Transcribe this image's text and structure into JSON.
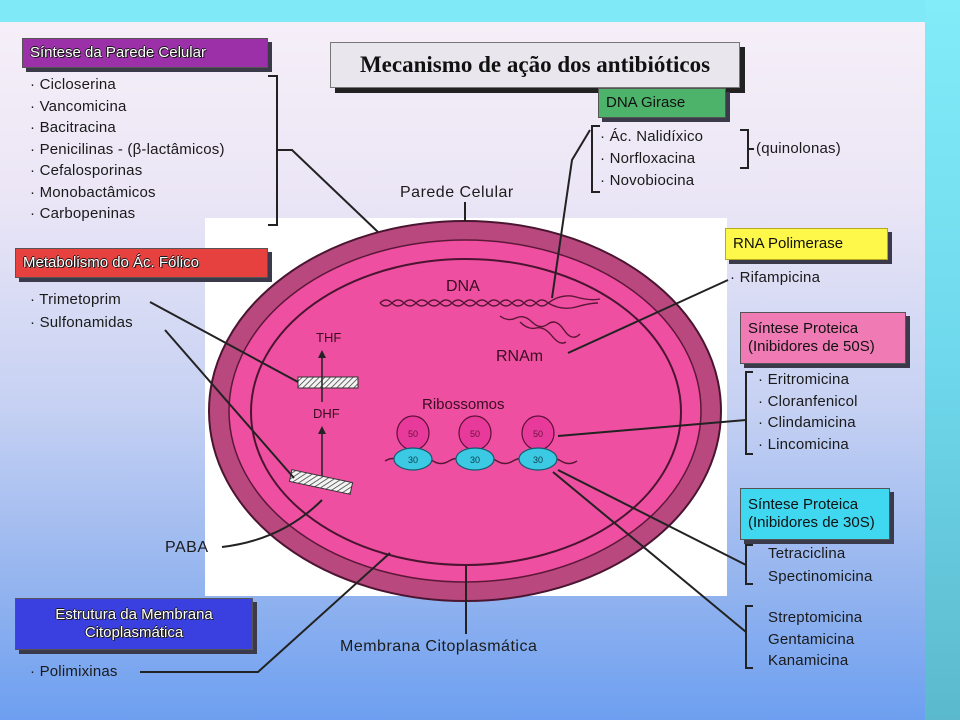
{
  "title": "Mecanismo de ação dos antibióticos",
  "cell_wall_synthesis": {
    "label": "Síntese da Parede Celular",
    "color": "#9b30a9",
    "items": [
      "· Cicloserina",
      "· Vancomicina",
      "· Bacitracina",
      "· Penicilinas - (β-lactâmicos)",
      "· Cefalosporinas",
      "· Monobactâmicos",
      "· Carbopeninas"
    ]
  },
  "folic_acid_metabolism": {
    "label": "Metabolismo do Ác. Fólico",
    "color": "#e6403f",
    "items": [
      "· Trimetoprim",
      "· Sulfonamidas"
    ]
  },
  "membrane_structure": {
    "label_line1": "Estrutura da Membrana",
    "label_line2": "Citoplasmática",
    "color": "#3a3fe0",
    "items": [
      "· Polimixinas"
    ]
  },
  "dna_gyrase": {
    "label": "DNA Girase",
    "color": "#4db36a",
    "items": [
      "· Ác. Nalidíxico",
      "· Norfloxacina",
      "· Novobiocina"
    ],
    "group_note": "(quinolonas)"
  },
  "rna_polymerase": {
    "label": "RNA Polimerase",
    "color": "#fdf84a",
    "items": [
      "· Rifampicina"
    ]
  },
  "protein_synthesis_50s": {
    "label_line1": "Síntese Proteica",
    "label_line2": "(Inibidores de 50S)",
    "color": "#f07ab4",
    "items": [
      "· Eritromicina",
      "· Cloranfenicol",
      "· Clindamicina",
      "· Lincomicina"
    ]
  },
  "protein_synthesis_30s": {
    "label_line1": "Síntese Proteica",
    "label_line2": "(Inibidores de 30S)",
    "color": "#3fd8f0",
    "group_a": [
      "Tetraciclina",
      "Spectinomicina"
    ],
    "group_b": [
      "Streptomicina",
      "Gentamicina",
      "Kanamicina"
    ]
  },
  "cell_diagram": {
    "cell_wall_label": "Parede Celular",
    "membrane_label": "Membrana Citoplasmática",
    "dna_label": "DNA",
    "mrna_label": "RNAm",
    "ribosomes_label": "Ribossomos",
    "ribosome_large_subunit": "50",
    "ribosome_small_subunit": "30",
    "thf_label": "THF",
    "dhf_label": "DHF",
    "paba_label": "PABA",
    "colors": {
      "cell_wall": "#b9487f",
      "cytoplasm": "#ee4fa0",
      "ribosome_large": "#e83a9a",
      "ribosome_small": "#3cc9e3"
    }
  }
}
